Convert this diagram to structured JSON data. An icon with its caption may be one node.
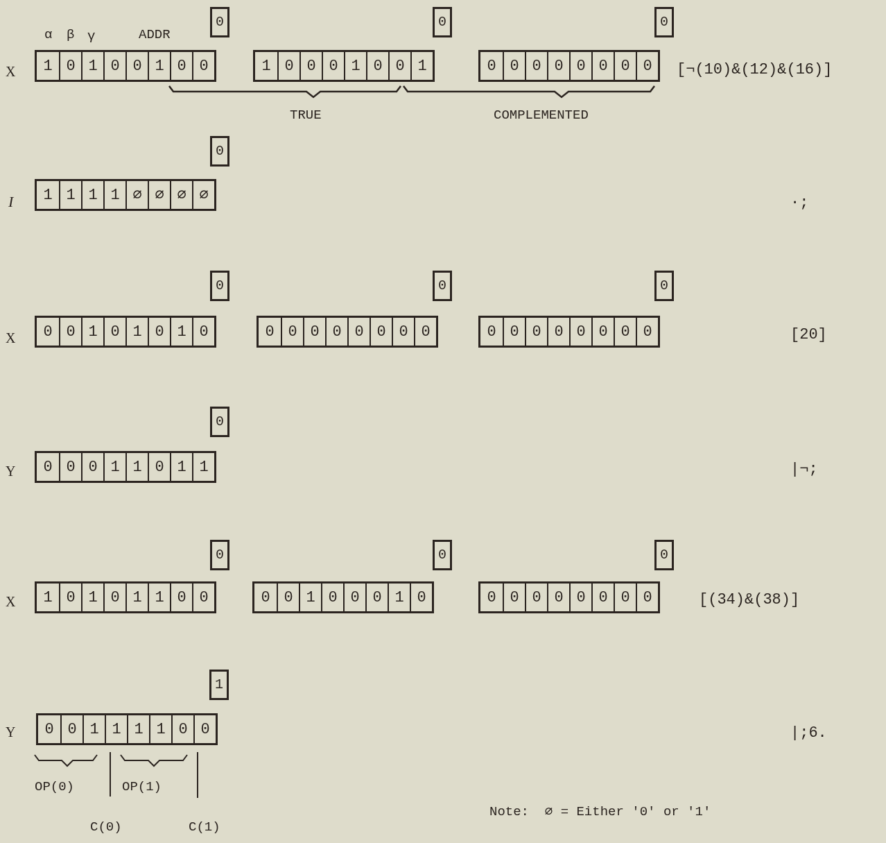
{
  "diagram": {
    "nodes": [
      {
        "text": [
          "0"
        ]
      },
      {
        "text": [
          "0"
        ]
      },
      {
        "text": [
          "0"
        ]
      },
      {
        "text": [
          "1",
          "0",
          "1",
          "0",
          "0",
          "1",
          "0",
          "0"
        ]
      },
      {
        "text": [
          "1",
          "0",
          "0",
          "0",
          "1",
          "0",
          "0",
          "1"
        ]
      },
      {
        "text": [
          "0",
          "0",
          "0",
          "0",
          "0",
          "0",
          "0",
          "0"
        ]
      },
      {
        "text": [
          "0"
        ]
      },
      {
        "text": [
          "1",
          "1",
          "1",
          "1",
          "∅",
          "∅",
          "∅",
          "∅"
        ]
      },
      {
        "text": [
          "0"
        ]
      },
      {
        "text": [
          "0"
        ]
      },
      {
        "text": [
          "0"
        ]
      },
      {
        "text": [
          "0",
          "0",
          "1",
          "0",
          "1",
          "0",
          "1",
          "0"
        ]
      },
      {
        "text": [
          "0",
          "0",
          "0",
          "0",
          "0",
          "0",
          "0",
          "0"
        ]
      },
      {
        "text": [
          "0",
          "0",
          "0",
          "0",
          "0",
          "0",
          "0",
          "0"
        ]
      },
      {
        "text": [
          "0"
        ]
      },
      {
        "text": [
          "0",
          "0",
          "0",
          "1",
          "1",
          "0",
          "1",
          "1"
        ]
      },
      {
        "text": [
          "0"
        ]
      },
      {
        "text": [
          "0"
        ]
      },
      {
        "text": [
          "0"
        ]
      },
      {
        "text": [
          "1",
          "0",
          "1",
          "0",
          "1",
          "1",
          "0",
          "0"
        ]
      },
      {
        "text": [
          "0",
          "0",
          "1",
          "0",
          "0",
          "0",
          "1",
          "0"
        ]
      },
      {
        "text": [
          "0",
          "0",
          "0",
          "0",
          "0",
          "0",
          "0",
          "0"
        ]
      },
      {
        "text": [
          "1"
        ]
      },
      {
        "text": [
          "0",
          "0",
          "1",
          "1",
          "1",
          "1",
          "0",
          "0"
        ]
      }
    ],
    "edges": [],
    "labels": [
      "α",
      "β",
      "γ",
      "ADDR",
      "X",
      "[¬(10)&(12)&(16)]",
      "TRUE",
      "COMPLEMENTED",
      "I",
      "·;",
      "X",
      "[20]",
      "Y",
      "|¬;",
      "X",
      "[(34)&(38)]",
      "Y",
      "|;6.",
      "OP(0)",
      "OP(1)",
      "C(0)",
      "C(1)",
      "Note:  ∅ = Either '0' or '1'"
    ]
  }
}
